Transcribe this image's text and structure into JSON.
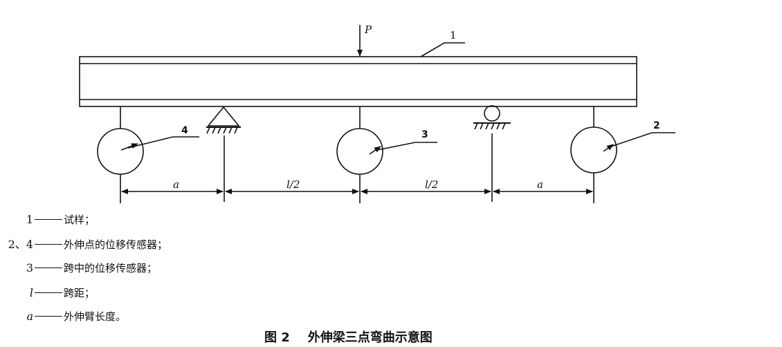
{
  "diagram": {
    "load_label": "P",
    "callouts": [
      "1",
      "4",
      "3",
      "2"
    ],
    "dimensions": [
      "a",
      "l/2",
      "l/2",
      "a"
    ]
  },
  "legend": [
    {
      "symbol": "1",
      "italic": false,
      "text": "试样；"
    },
    {
      "symbol": "2、4",
      "italic": false,
      "text": "外伸点的位移传感器；"
    },
    {
      "symbol": "3",
      "italic": false,
      "text": "跨中的位移传感器；"
    },
    {
      "symbol": "l",
      "italic": true,
      "text": "跨距；"
    },
    {
      "symbol": "a",
      "italic": true,
      "text": "外伸臂长度。"
    }
  ],
  "caption": {
    "number": "图 2",
    "title": "外伸梁三点弯曲示意图"
  }
}
